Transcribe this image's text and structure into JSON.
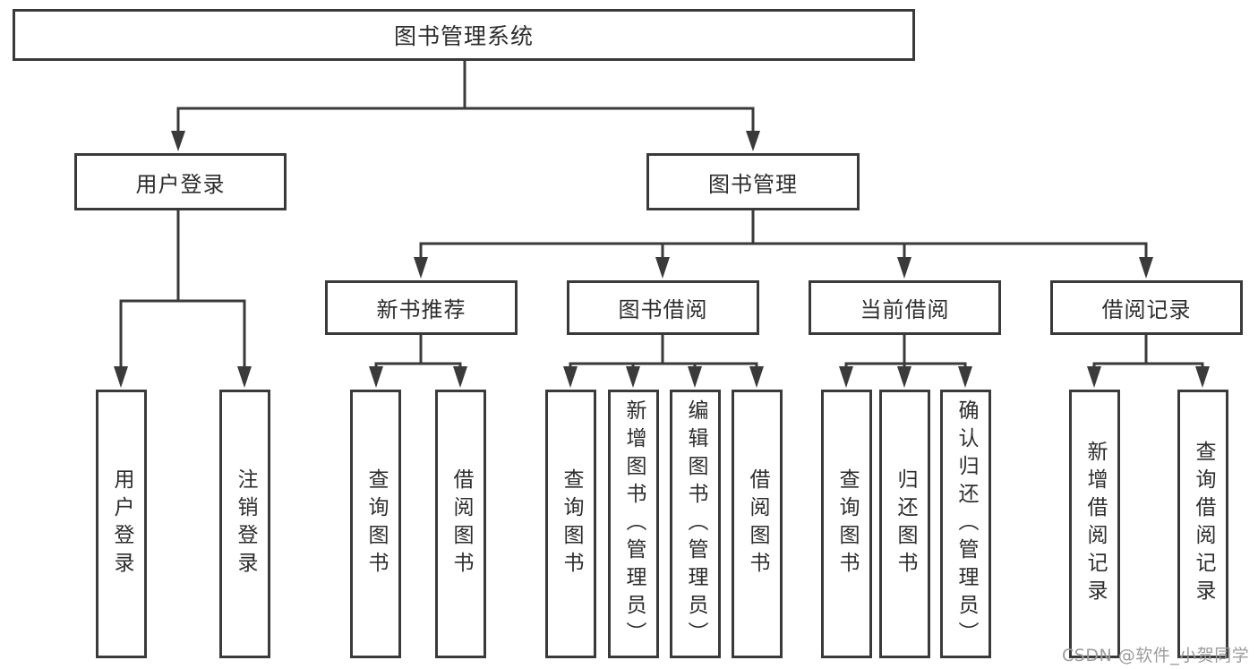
{
  "tree": {
    "root": "图书管理系统",
    "branches": [
      {
        "label": "用户登录",
        "leaves": [
          "用户登录",
          "注销登录"
        ]
      },
      {
        "label": "图书管理",
        "groups": [
          {
            "label": "新书推荐",
            "leaves": [
              "查询图书",
              "借阅图书"
            ]
          },
          {
            "label": "图书借阅",
            "leaves": [
              "查询图书",
              "新增图书（管理员）",
              "编辑图书（管理员）",
              "借阅图书"
            ]
          },
          {
            "label": "当前借阅",
            "leaves": [
              "查询图书",
              "归还图书",
              "确认归还（管理员）"
            ]
          },
          {
            "label": "借阅记录",
            "leaves": [
              "新增借阅记录",
              "查询借阅记录"
            ]
          }
        ]
      }
    ]
  },
  "watermark": "CSDN @软件_小贺同学",
  "colors": {
    "line": "#3a3a3a",
    "box_border": "#3a3a3a",
    "text": "#2d2d2d",
    "box_background": "#ffffff",
    "page_background": "#ffffff",
    "watermark": "#9c9c9c"
  }
}
